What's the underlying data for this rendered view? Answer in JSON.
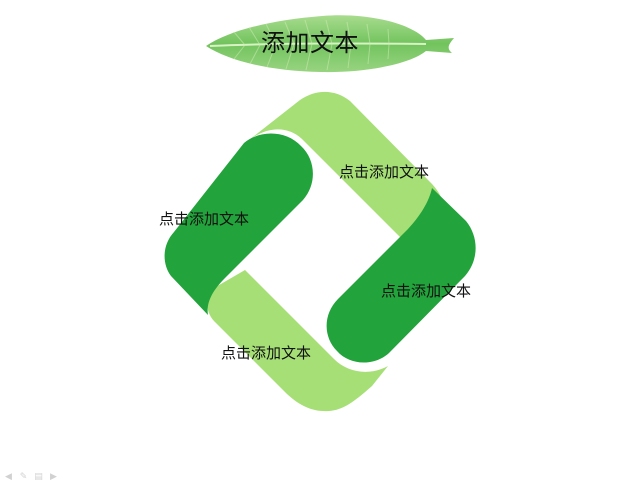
{
  "title": "添加文本",
  "segments": [
    {
      "id": "top-right",
      "text": "点击添加文本",
      "color": "#a6df76"
    },
    {
      "id": "left",
      "text": "点击添加文本",
      "color": "#22a33b"
    },
    {
      "id": "right",
      "text": "点击添加文本",
      "color": "#22a33b"
    },
    {
      "id": "bottom",
      "text": "点击添加文本",
      "color": "#a6df76"
    }
  ],
  "colors": {
    "dark_green": "#22a33b",
    "light_green": "#a6df76",
    "leaf_green": "#79c86a",
    "leaf_light": "#b8e59b"
  },
  "icons": {
    "toolbar": [
      "arrow-left-icon",
      "pen-icon",
      "menu-icon",
      "arrow-right-icon"
    ]
  }
}
